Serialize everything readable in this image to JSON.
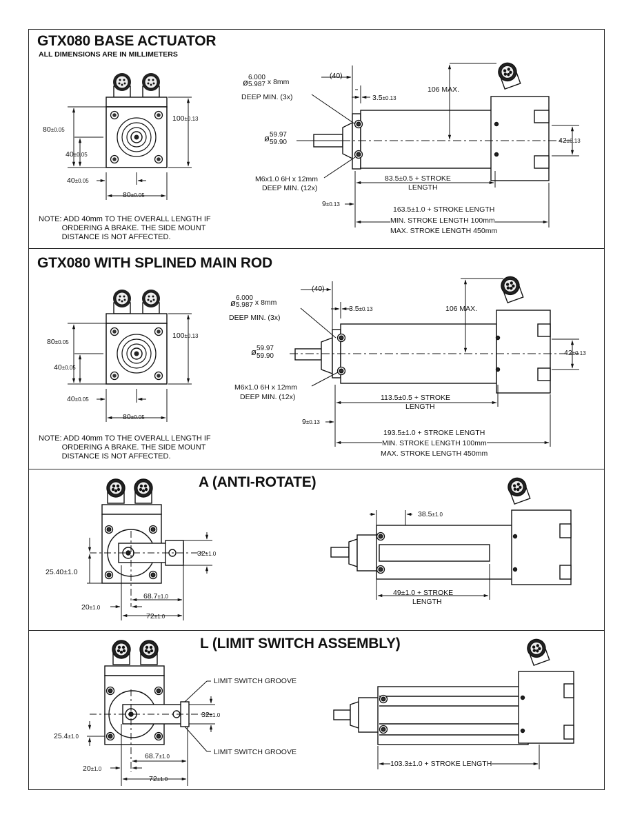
{
  "sections": {
    "base": {
      "title": "GTX080 BASE ACTUATOR",
      "subtitle": "ALL DIMENSIONS ARE IN MILLIMETERS",
      "note": "NOTE: ADD 40mm TO THE OVERALL LENGTH IF\n           ORDERING A BRAKE. THE SIDE MOUNT\n           DISTANCE IS NOT AFFECTED.",
      "dims": {
        "height80": "80",
        "height80_tol": "±0.05",
        "height100": "100",
        "height100_tol": "±0.13",
        "half40": "40",
        "half40_tol": "±0.05",
        "off40": "40",
        "off40_tol": "±0.05",
        "width80": "80",
        "width80_tol": "±0.05",
        "hole_dia_top": "6.000",
        "hole_dia_bot": "5.987",
        "hole_depth": "x 8mm",
        "hole_note": "DEEP MIN. (3x)",
        "paren40": "(40)",
        "d35": "3.5",
        "d35_tol": "±0.13",
        "max106": "106 MAX.",
        "pilot_top": "59.97",
        "pilot_bot": "59.90",
        "d42": "42",
        "d42_tol": "±0.13",
        "thread": "M6x1.0 6H x 12mm",
        "thread_note": "DEEP MIN. (12x)",
        "len_a": "83.5±0.5 + STROKE",
        "len_a2": "LENGTH",
        "d9": "9",
        "d9_tol": "±0.13",
        "overall1": "163.5±1.0 + STROKE LENGTH",
        "overall2": "MIN. STROKE LENGTH 100mm",
        "overall3": "MAX. STROKE LENGTH 450mm"
      }
    },
    "splined": {
      "title": "GTX080 WITH SPLINED MAIN ROD",
      "note": "NOTE: ADD 40mm TO THE OVERALL LENGTH IF\n           ORDERING A BRAKE. THE SIDE MOUNT\n           DISTANCE IS NOT AFFECTED.",
      "dims": {
        "height80": "80",
        "height80_tol": "±0.05",
        "height100": "100",
        "height100_tol": "±0.13",
        "half40": "40",
        "half40_tol": "±0.05",
        "off40": "40",
        "off40_tol": "±0.05",
        "width80": "80",
        "width80_tol": "±0.05",
        "hole_dia_top": "6.000",
        "hole_dia_bot": "5.987",
        "hole_depth": "x 8mm",
        "hole_note": "DEEP MIN. (3x)",
        "paren40": "(40)",
        "d35": "3.5",
        "d35_tol": "±0.13",
        "max106": "106 MAX.",
        "pilot_top": "59.97",
        "pilot_bot": "59.90",
        "d42": "42",
        "d42_tol": "±0.13",
        "thread": "M6x1.0 6H x 12mm",
        "thread_note": "DEEP MIN. (12x)",
        "len_a": "113.5±0.5 + STROKE",
        "len_a2": "LENGTH",
        "d9": "9",
        "d9_tol": "±0.13",
        "overall1": "193.5±1.0 + STROKE LENGTH",
        "overall2": "MIN. STROKE LENGTH 100mm",
        "overall3": "MAX. STROKE LENGTH 450mm"
      }
    },
    "anti_rotate": {
      "title": "A (ANTI-ROTATE)",
      "dims": {
        "d385": "38.5",
        "d385_tol": "±1.0",
        "d32": "32",
        "d32_tol": "±1.0",
        "d2540": "25.40±1.0",
        "d687": "68.7",
        "d687_tol": "±1.0",
        "d20": "20",
        "d20_tol": "±1.0",
        "d72": "72",
        "d72_tol": "±1.0",
        "len1": "49±1.0 + STROKE",
        "len2": "LENGTH"
      }
    },
    "limit": {
      "title": "L (LIMIT SWITCH ASSEMBLY)",
      "dims": {
        "groove_top": "LIMIT SWITCH GROOVE",
        "groove_bot": "LIMIT SWITCH GROOVE",
        "d32": "32",
        "d32_tol": "±1.0",
        "d254": "25.4",
        "d254_tol": "±1.0",
        "d687": "68.7",
        "d687_tol": "±1.0",
        "d20": "20",
        "d20_tol": "±1.0",
        "d72": "72",
        "d72_tol": "±1.0",
        "len": "103.3±1.0 + STROKE LENGTH"
      }
    }
  }
}
